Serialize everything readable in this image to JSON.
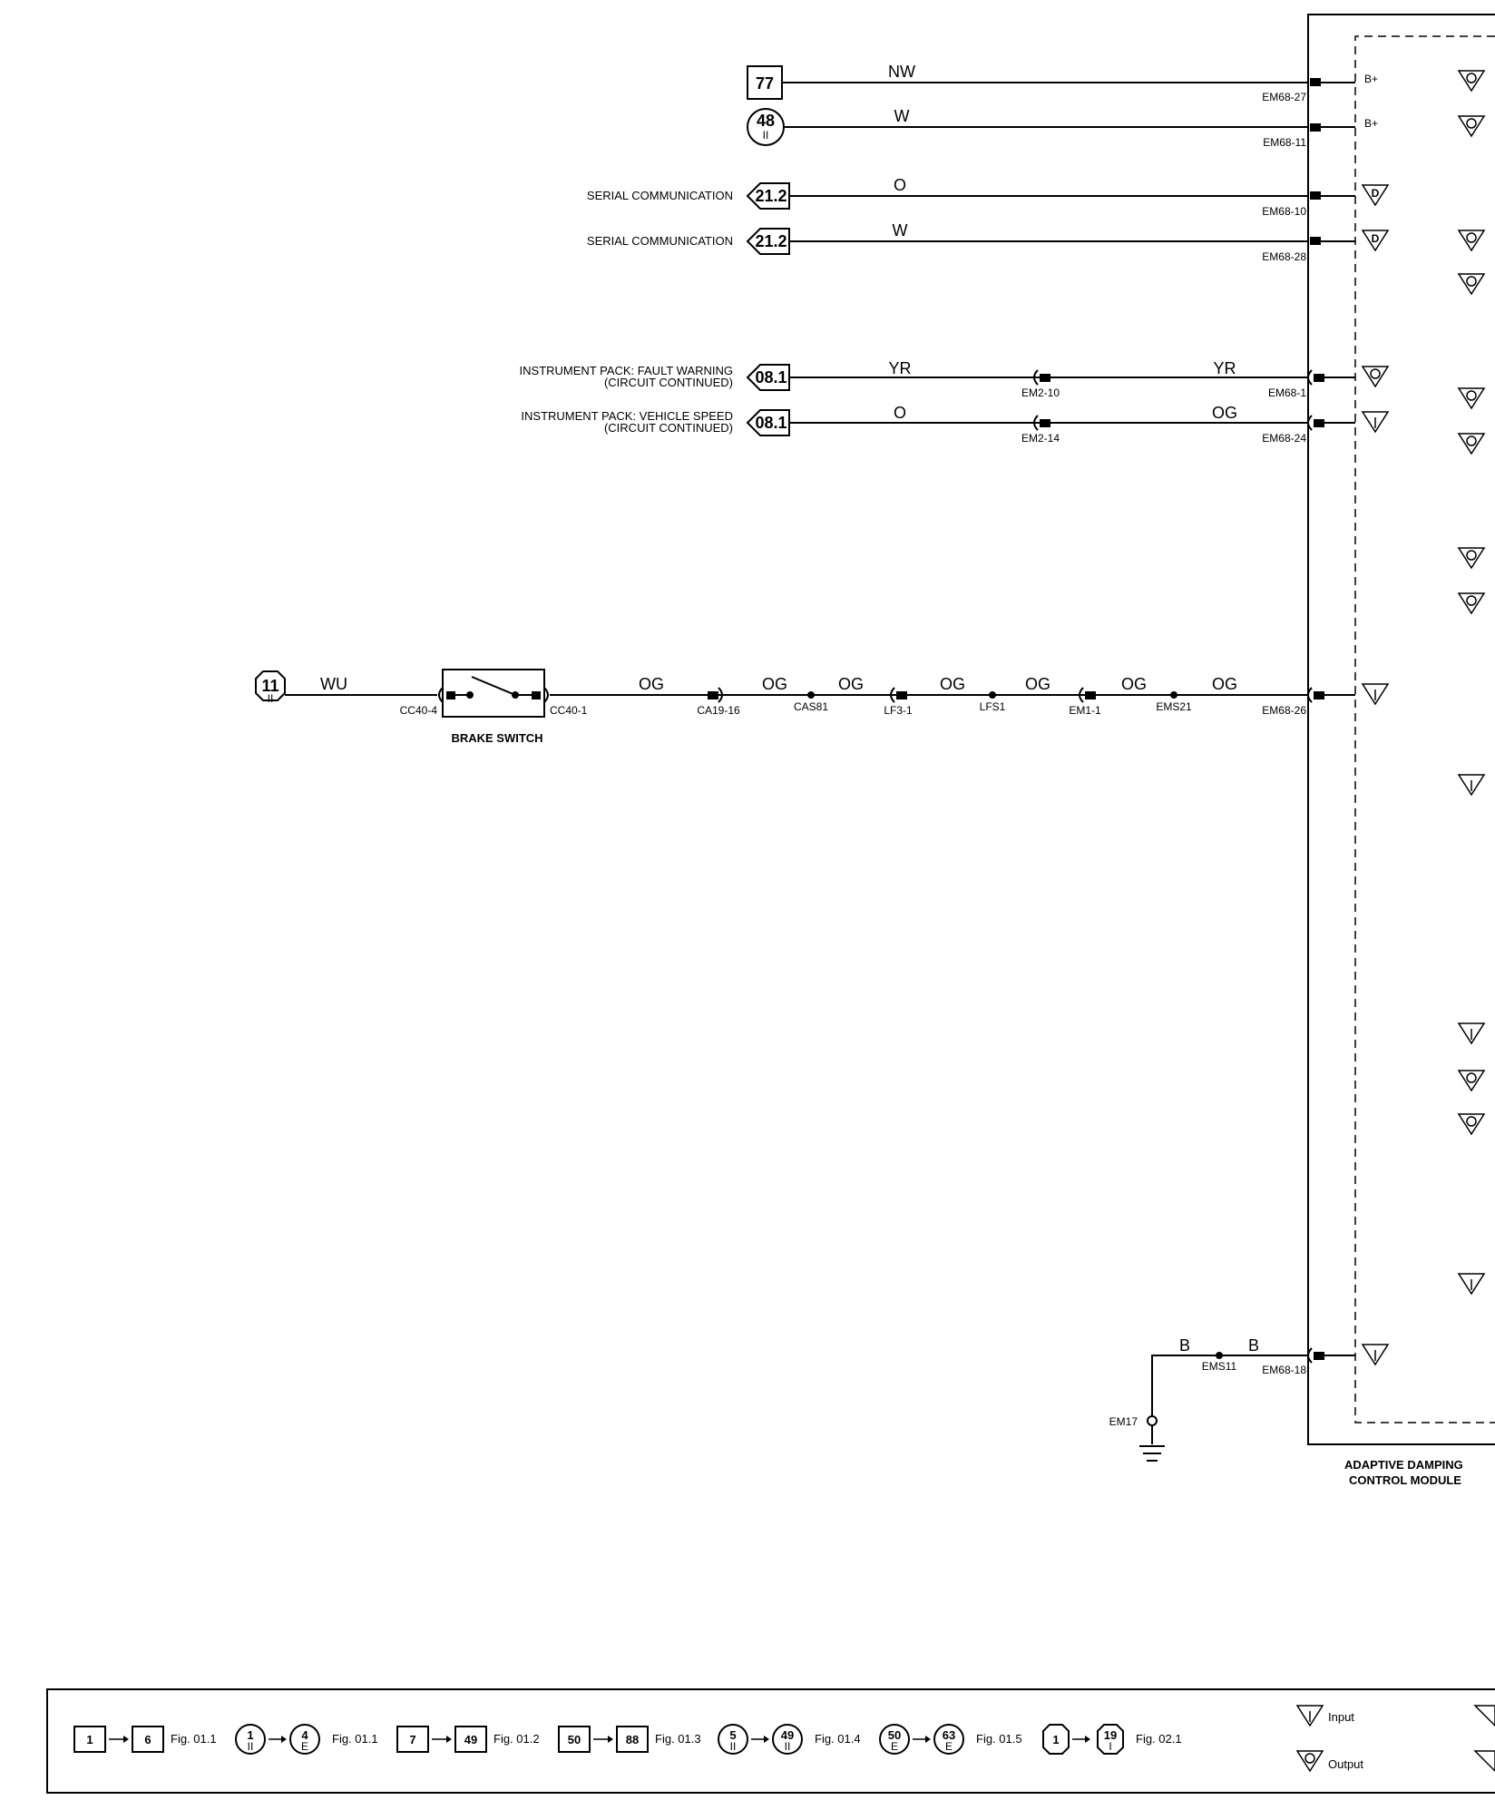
{
  "refs": {
    "r77": "77",
    "r48": "48",
    "r48_sub": "II",
    "r21a": "21.2",
    "r21b": "21.2",
    "r08a": "08.1",
    "r08b": "08.1",
    "r11": "11",
    "r11_sub": "II"
  },
  "labels": {
    "serial1": "SERIAL COMMUNICATION",
    "serial2": "SERIAL COMMUNICATION",
    "ipfw1": "INSTRUMENT PACK: FAULT WARNING",
    "ipfw2": "(CIRCUIT CONTINUED)",
    "ipvs1": "INSTRUMENT PACK: VEHICLE SPEED",
    "ipvs2": "(CIRCUIT CONTINUED)",
    "brake_switch": "BRAKE SWITCH",
    "module1": "ADAPTIVE DAMPING",
    "module2": "CONTROL MODULE"
  },
  "wires": {
    "nw": "NW",
    "w1": "W",
    "o1": "O",
    "w2": "W",
    "yr1": "YR",
    "yr2": "YR",
    "o2": "O",
    "og_vs": "OG",
    "wu": "WU",
    "og1": "OG",
    "og2": "OG",
    "og3": "OG",
    "og4": "OG",
    "og5": "OG",
    "og6": "OG",
    "og7": "OG",
    "b1": "B",
    "b2": "B"
  },
  "connectors": {
    "em68_27": "EM68-27",
    "em68_11": "EM68-11",
    "em68_10": "EM68-10",
    "em68_28": "EM68-28",
    "em2_10": "EM2-10",
    "em68_1": "EM68-1",
    "em2_14": "EM2-14",
    "em68_24": "EM68-24",
    "cc40_4": "CC40-4",
    "cc40_1": "CC40-1",
    "ca19_16": "CA19-16",
    "cas81": "CAS81",
    "lf3_1": "LF3-1",
    "lfs1": "LFS1",
    "em1_1": "EM1-1",
    "ems21": "EMS21",
    "em68_26": "EM68-26",
    "ems11": "EMS11",
    "em68_18": "EM68-18",
    "em17": "EM17"
  },
  "pins": {
    "bplus1": "B+",
    "bplus2": "B+",
    "d1": "D",
    "d2": "D"
  },
  "legend": {
    "a_from": "1",
    "a_to": "6",
    "a_fig": "Fig. 01.1",
    "b_from": "1",
    "b_from_sub": "II",
    "b_to": "4",
    "b_to_sub": "E",
    "b_fig": "Fig. 01.1",
    "c_from": "7",
    "c_to": "49",
    "c_fig": "Fig. 01.2",
    "d_from": "50",
    "d_to": "88",
    "d_fig": "Fig. 01.3",
    "e_from": "5",
    "e_from_sub": "II",
    "e_to": "49",
    "e_to_sub": "II",
    "e_fig": "Fig. 01.4",
    "f_from": "50",
    "f_from_sub": "E",
    "f_to": "63",
    "f_to_sub": "E",
    "f_fig": "Fig. 01.5",
    "g_from": "1",
    "g_to": "19",
    "g_to_sub": "I",
    "g_fig": "Fig. 02.1",
    "input": "Input",
    "output": "Output"
  },
  "colors": {
    "ink": "#000000",
    "paper": "#ffffff"
  }
}
